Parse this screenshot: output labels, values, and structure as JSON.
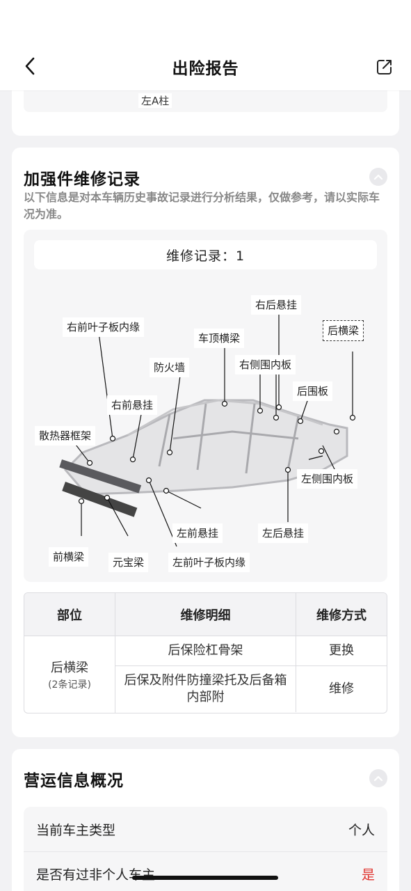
{
  "nav": {
    "title": "出险报告"
  },
  "top_card": {
    "tag_text": "左A柱"
  },
  "repair": {
    "title": "加强件维修记录",
    "description": "以下信息是对本车辆历史事故记录进行分析结果，仅做参考，请以实际车况为准。",
    "count_label": "维修记录：1",
    "callouts": {
      "rear_right_suspension": "右后悬挂",
      "front_right_fender_inner": "右前叶子板内缘",
      "roof_crossmember": "车顶横梁",
      "rear_crossmember": "后横梁",
      "right_side_inner_panel": "右侧围内板",
      "firewall": "防火墙",
      "rear_panel": "后围板",
      "front_right_suspension": "右前悬挂",
      "radiator_frame": "散热器框架",
      "left_side_inner_panel": "左侧围内板",
      "front_left_suspension": "左前悬挂",
      "rear_left_suspension": "左后悬挂",
      "front_crossmember": "前横梁",
      "ingot_beam": "元宝梁",
      "front_left_fender_inner": "左前叶子板内缘"
    },
    "table": {
      "headers": [
        "部位",
        "维修明细",
        "维修方式"
      ],
      "part": "后横梁",
      "part_count": "(2条记录)",
      "rows": [
        {
          "detail": "后保险杠骨架",
          "method": "更换"
        },
        {
          "detail": "后保及附件防撞梁托及后备箱内部附",
          "method": "维修"
        }
      ]
    }
  },
  "ops": {
    "title": "营运信息概况",
    "rows": [
      {
        "label": "当前车主类型",
        "value": "个人"
      },
      {
        "label": "是否有过非个人车主",
        "value": "是"
      }
    ]
  },
  "colors": {
    "alert_red": "#e0332e",
    "card_bg": "#ffffff",
    "page_bg": "#f2f2f4"
  }
}
